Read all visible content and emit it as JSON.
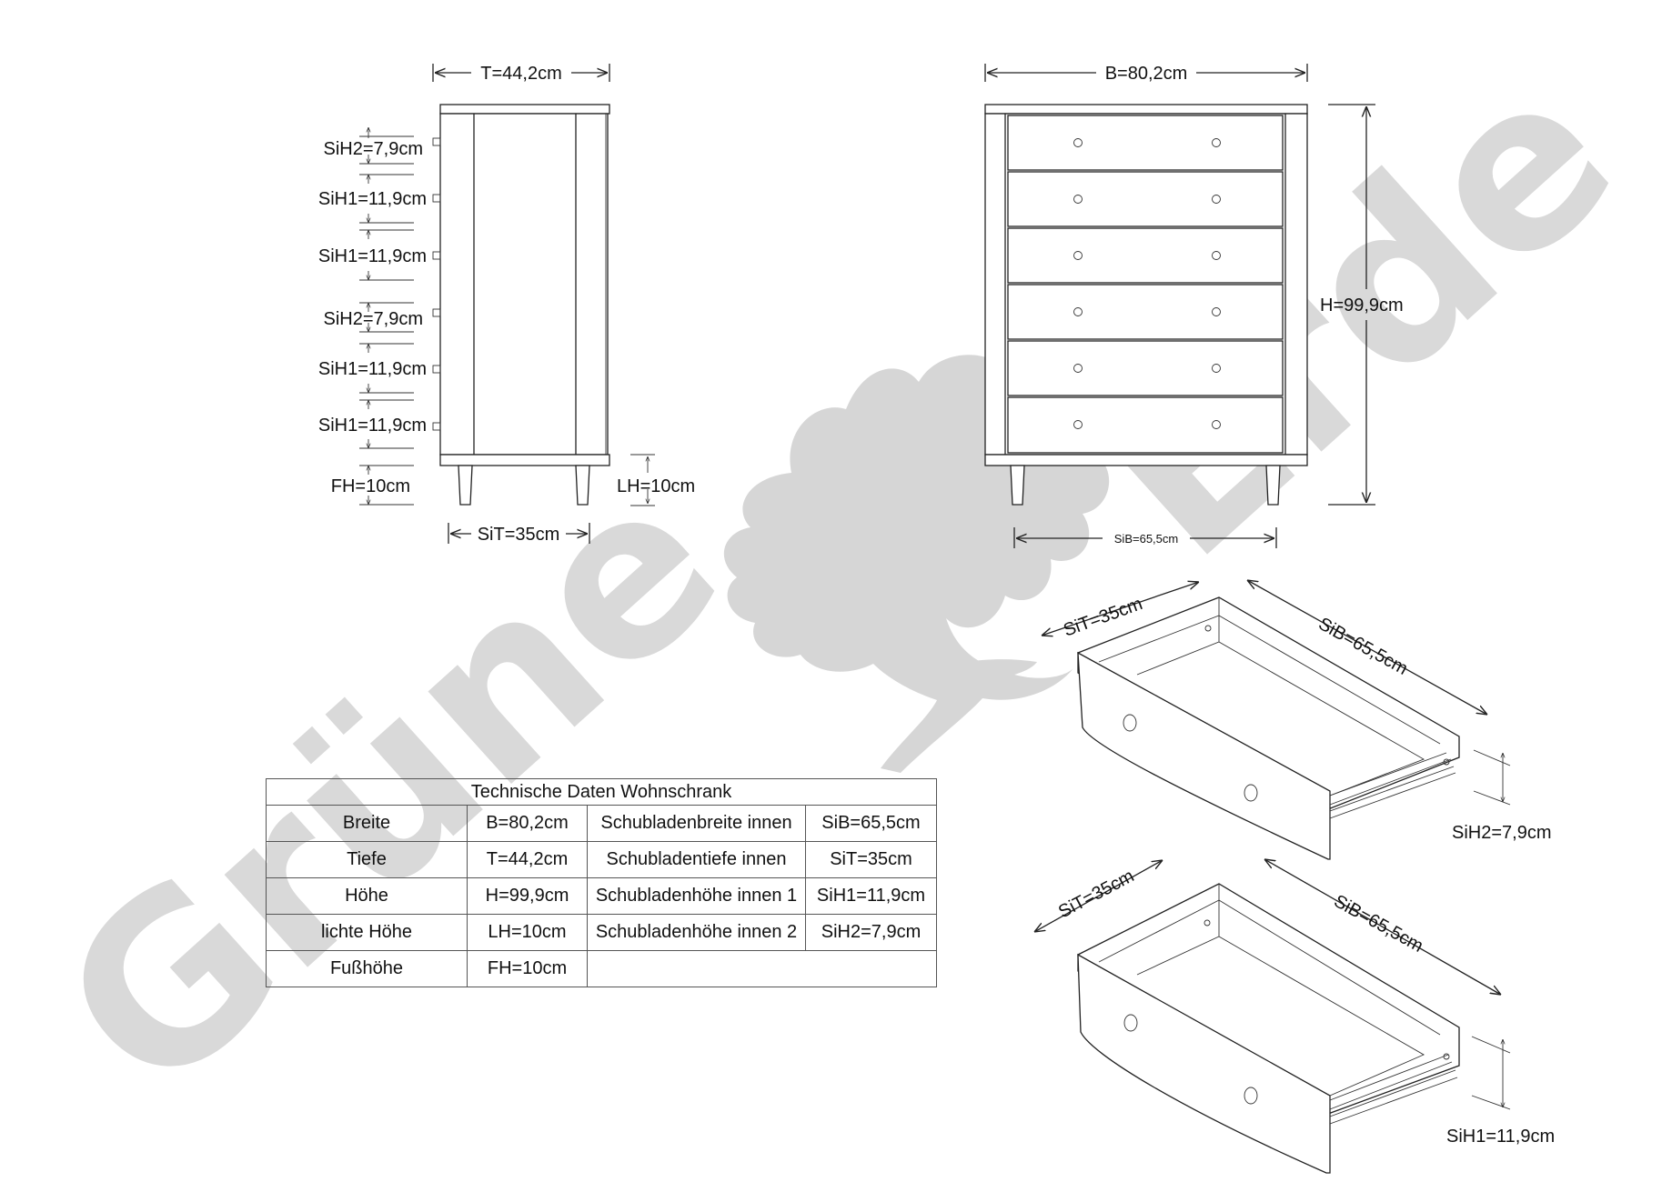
{
  "watermark": {
    "left_word": "Grüne",
    "right_word": "Erde"
  },
  "side_view": {
    "depth_label": "T=44,2cm",
    "inner_depth_label": "SiT=35cm",
    "foot_height_label": "FH=10cm",
    "clear_height_label": "LH=10cm",
    "drawer_labels": [
      "SiH2=7,9cm",
      "SiH1=11,9cm",
      "SiH1=11,9cm",
      "SiH2=7,9cm",
      "SiH1=11,9cm",
      "SiH1=11,9cm"
    ]
  },
  "front_view": {
    "width_label": "B=80,2cm",
    "height_label": "H=99,9cm",
    "inner_width_label": "SiB=65,5cm",
    "drawer_count": 6
  },
  "drawer_small": {
    "depth_label": "SiT=35cm",
    "width_label": "SiB=65,5cm",
    "height_label": "SiH2=7,9cm"
  },
  "drawer_large": {
    "depth_label": "SiT=35cm",
    "width_label": "SiB=65,5cm",
    "height_label": "SiH1=11,9cm"
  },
  "table": {
    "title": "Technische Daten Wohnschrank",
    "rows": [
      {
        "label": "Breite",
        "value": "B=80,2cm",
        "label2": "Schubladenbreite innen",
        "value2": "SiB=65,5cm"
      },
      {
        "label": "Tiefe",
        "value": "T=44,2cm",
        "label2": "Schubladentiefe innen",
        "value2": "SiT=35cm"
      },
      {
        "label": "Höhe",
        "value": "H=99,9cm",
        "label2": "Schubladenhöhe innen 1",
        "value2": "SiH1=11,9cm"
      },
      {
        "label": "lichte Höhe",
        "value": "LH=10cm",
        "label2": "Schubladenhöhe innen 2",
        "value2": "SiH2=7,9cm"
      },
      {
        "label": "Fußhöhe",
        "value": "FH=10cm",
        "label2": "",
        "value2": ""
      }
    ]
  }
}
